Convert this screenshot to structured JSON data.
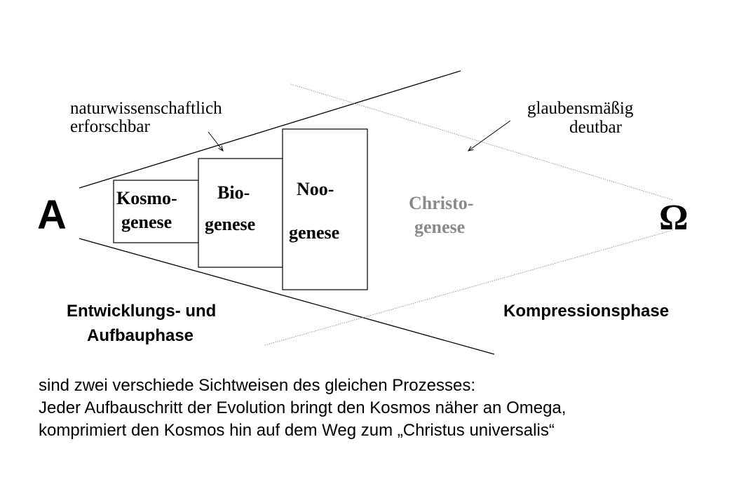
{
  "labels": {
    "alpha": "A",
    "omega": "Ω",
    "science_line1": "naturwissenschaftlich",
    "science_line2": "erforschbar",
    "faith_line1": "glaubensmäßig",
    "faith_line2": "deutbar",
    "kosmo_line1": "Kosmo-",
    "kosmo_line2": "genese",
    "bio_line1": "Bio-",
    "bio_line2": "genese",
    "noo_line1": "Noo-",
    "noo_line2": "genese",
    "christo_line1": "Christo-",
    "christo_line2": "genese",
    "phase_left_line1": "Entwicklungs- und",
    "phase_left_line2": "Aufbauphase",
    "phase_right": "Kompressionsphase"
  },
  "caption": {
    "line1": "sind zwei verschiede Sichtweisen des gleichen Prozesses:",
    "line2": "Jeder Aufbauschritt der Evolution bringt den Kosmos näher an Omega,",
    "line3": "komprimiert den Kosmos hin auf dem Weg zum „Christus universalis“"
  },
  "colors": {
    "text": "#000000",
    "christo": "#8a8a8a",
    "dotted": "#999999"
  }
}
